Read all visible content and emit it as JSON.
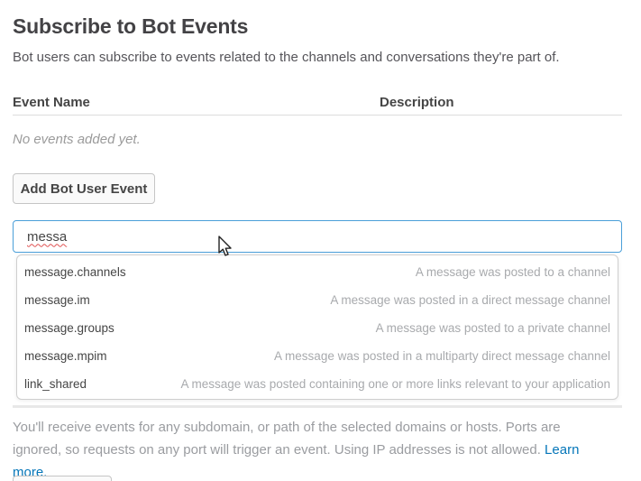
{
  "page": {
    "title": "Subscribe to Bot Events",
    "description": "Bot users can subscribe to events related to the channels and conversations they're part of."
  },
  "table": {
    "event_name_header": "Event Name",
    "description_header": "Description",
    "empty_text": "No events added yet."
  },
  "buttons": {
    "add_bot_event": "Add Bot User Event"
  },
  "event_input": {
    "value": "messa"
  },
  "suggestions": [
    {
      "name": "message.channels",
      "description": "A message was posted to a channel"
    },
    {
      "name": "message.im",
      "description": "A message was posted in a direct message channel"
    },
    {
      "name": "message.groups",
      "description": "A message was posted to a private channel"
    },
    {
      "name": "message.mpim",
      "description": "A message was posted in a multiparty direct message channel"
    },
    {
      "name": "link_shared",
      "description": "A message was posted containing one or more links relevant to your application"
    }
  ],
  "footer": {
    "note": "You'll receive events for any subdomain, or path of the selected domains or hosts. Ports are ignored, so requests on any port will trigger an event. Using IP addresses is not allowed. ",
    "learn_more": "Learn more."
  },
  "colors": {
    "accent_blue": "#4a9fd9",
    "link_blue": "#0576b9",
    "title_gray": "#434245",
    "body_gray": "#555459",
    "muted_gray": "#9b9b9b",
    "squiggle_red": "#e05252"
  }
}
